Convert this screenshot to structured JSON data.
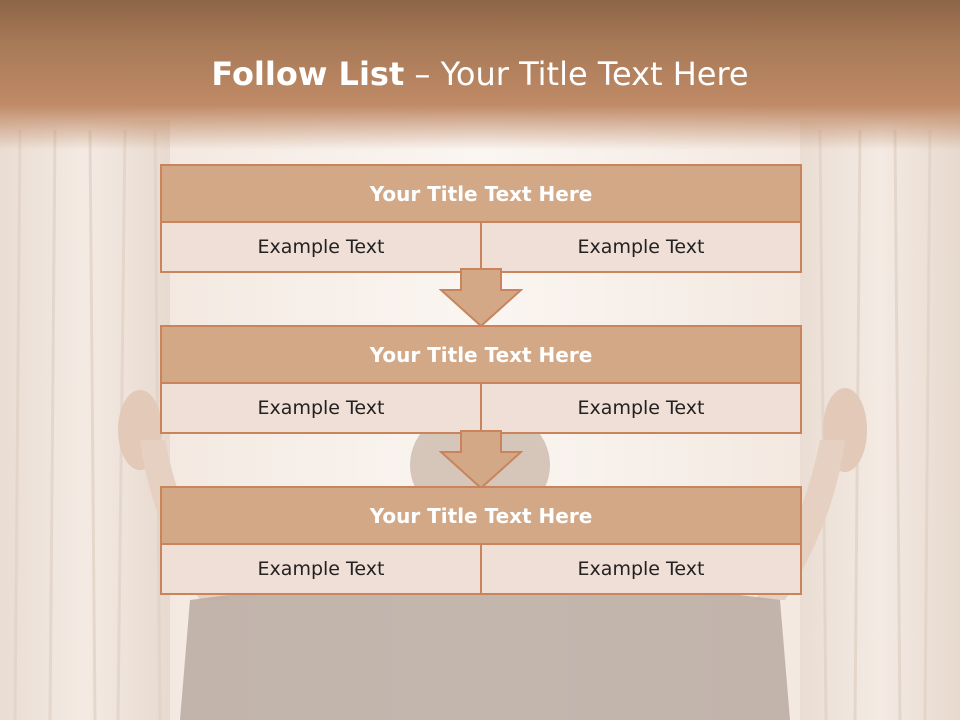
{
  "slide": {
    "title_bold": "Follow List",
    "title_dash": "–",
    "title_rest": "Your Title Text Here"
  },
  "steps": [
    {
      "title": "Your Title Text Here",
      "left": "Example Text",
      "right": "Example Text"
    },
    {
      "title": "Your Title Text Here",
      "left": "Example Text",
      "right": "Example Text"
    },
    {
      "title": "Your Title Text Here",
      "left": "Example Text",
      "right": "Example Text"
    }
  ],
  "colors": {
    "accent": "#c9845c",
    "title_fill": "#d2a887",
    "cell_fill": "#efdfd6",
    "header_band": "#a87a58"
  },
  "icons": [
    "down-arrow-icon"
  ]
}
